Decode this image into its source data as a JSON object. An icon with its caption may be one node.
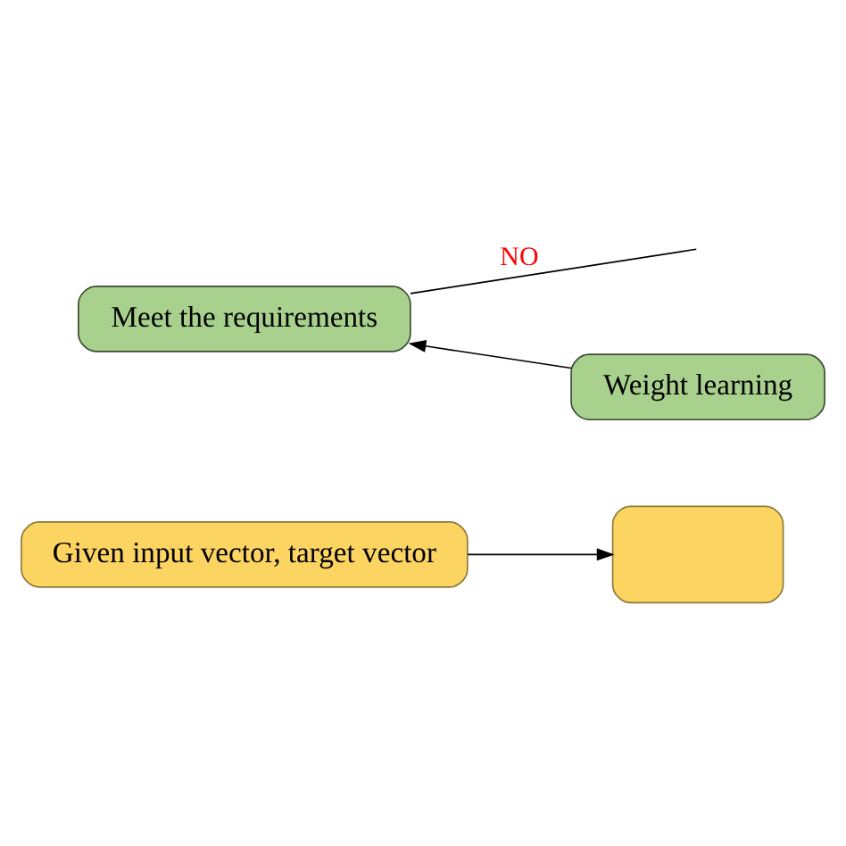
{
  "diagram": {
    "nodes": [
      {
        "text": [
          "Given input vector, target vector"
        ]
      },
      {
        "text": [],
        "shape": "box"
      },
      {
        "text": [
          "Meet the requirements"
        ]
      },
      {
        "text": [
          "Weight learning"
        ]
      }
    ],
    "edges": [
      {
        "from": 0,
        "to": 1,
        "arrow": "to"
      },
      {
        "from": 3,
        "to": 2,
        "arrow": "to"
      },
      {
        "from": 2,
        "to": null,
        "arrow": "none",
        "label": "NO"
      }
    ]
  }
}
